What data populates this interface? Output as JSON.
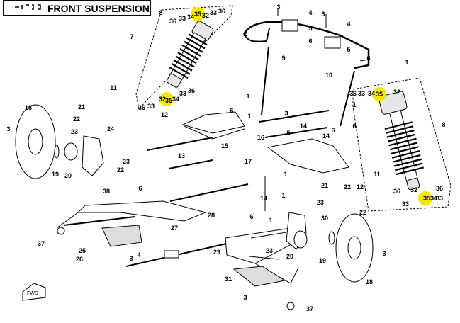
{
  "title": "FRONT SUSPENSION",
  "highlight_color": "#f5e700",
  "labels": [
    {
      "text": "8"
    },
    {
      "text": "36"
    },
    {
      "text": "33"
    },
    {
      "text": "34"
    },
    {
      "text": "35"
    },
    {
      "text": "32"
    },
    {
      "text": "33"
    },
    {
      "text": "36"
    },
    {
      "text": "7"
    },
    {
      "text": "11"
    },
    {
      "text": "36"
    },
    {
      "text": "33"
    },
    {
      "text": "32"
    },
    {
      "text": "35"
    },
    {
      "text": "34"
    },
    {
      "text": "33"
    },
    {
      "text": "36"
    },
    {
      "text": "3"
    },
    {
      "text": "4"
    },
    {
      "text": "3"
    },
    {
      "text": "4"
    },
    {
      "text": "2"
    },
    {
      "text": "5"
    },
    {
      "text": "6"
    },
    {
      "text": "5"
    },
    {
      "text": "6"
    },
    {
      "text": "1"
    },
    {
      "text": "9"
    },
    {
      "text": "10"
    },
    {
      "text": "1"
    },
    {
      "text": "36"
    },
    {
      "text": "33"
    },
    {
      "text": "34"
    },
    {
      "text": "35"
    },
    {
      "text": "32"
    },
    {
      "text": "8"
    },
    {
      "text": "11"
    },
    {
      "text": "36"
    },
    {
      "text": "33"
    },
    {
      "text": "32"
    },
    {
      "text": "35"
    },
    {
      "text": "34"
    },
    {
      "text": "36"
    },
    {
      "text": "33"
    },
    {
      "text": "1"
    },
    {
      "text": "12"
    },
    {
      "text": "6"
    },
    {
      "text": "16"
    },
    {
      "text": "15"
    },
    {
      "text": "14"
    },
    {
      "text": "5"
    },
    {
      "text": "13"
    },
    {
      "text": "3"
    },
    {
      "text": "17"
    },
    {
      "text": "6"
    },
    {
      "text": "14"
    },
    {
      "text": "1"
    },
    {
      "text": "6"
    },
    {
      "text": "12"
    },
    {
      "text": "21"
    },
    {
      "text": "22"
    },
    {
      "text": "18"
    },
    {
      "text": "3"
    },
    {
      "text": "21"
    },
    {
      "text": "22"
    },
    {
      "text": "23"
    },
    {
      "text": "24"
    },
    {
      "text": "19"
    },
    {
      "text": "20"
    },
    {
      "text": "23"
    },
    {
      "text": "22"
    },
    {
      "text": "38"
    },
    {
      "text": "6"
    },
    {
      "text": "14"
    },
    {
      "text": "1"
    },
    {
      "text": "27"
    },
    {
      "text": "28"
    },
    {
      "text": "37"
    },
    {
      "text": "25"
    },
    {
      "text": "4"
    },
    {
      "text": "3"
    },
    {
      "text": "26"
    },
    {
      "text": "6"
    },
    {
      "text": "1"
    },
    {
      "text": "23"
    },
    {
      "text": "22"
    },
    {
      "text": "30"
    },
    {
      "text": "29"
    },
    {
      "text": "23"
    },
    {
      "text": "20"
    },
    {
      "text": "19"
    },
    {
      "text": "3"
    },
    {
      "text": "18"
    },
    {
      "text": "31"
    },
    {
      "text": "3"
    },
    {
      "text": "37"
    },
    {
      "text": "1"
    }
  ]
}
